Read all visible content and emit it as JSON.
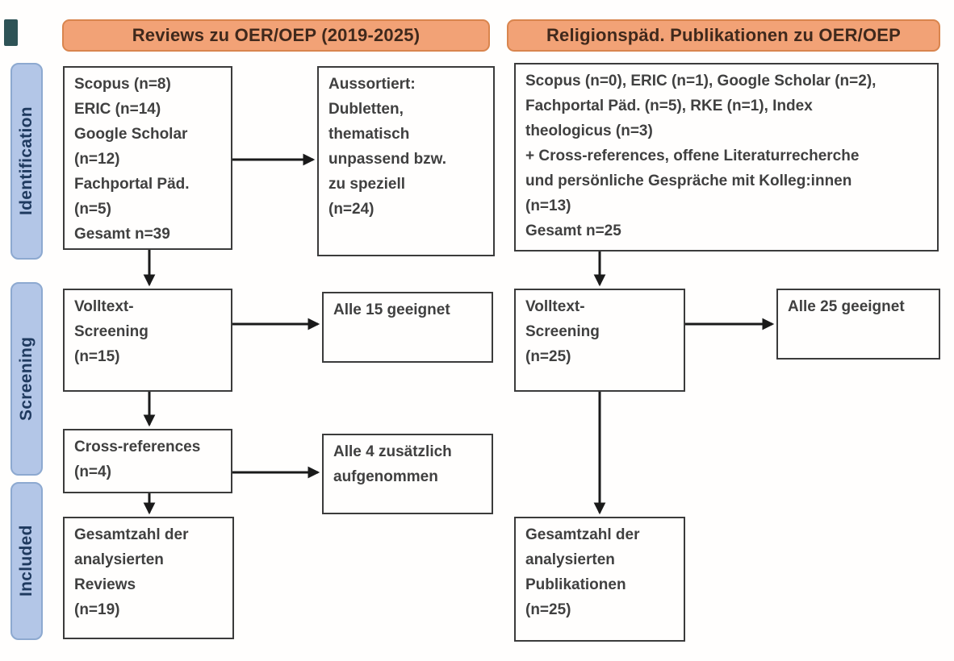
{
  "banners": {
    "left": "Reviews zu OER/OEP (2019-2025)",
    "right": "Religionspäd. Publikationen zu OER/OEP"
  },
  "stages": {
    "identification": "Identification",
    "screening": "Screening",
    "included": "Included"
  },
  "left_flow": {
    "sources": {
      "lines": [
        "Scopus (n=8)",
        "ERIC (n=14)",
        "Google Scholar",
        "(n=12)",
        "Fachportal Päd.",
        "(n=5)",
        "Gesamt n=39"
      ]
    },
    "excluded": {
      "lines": [
        "Aussortiert:",
        "Dubletten,",
        "thematisch",
        "unpassend bzw.",
        "zu speziell",
        "(n=24)"
      ]
    },
    "fulltext": {
      "lines": [
        "Volltext-",
        "Screening",
        "(n=15)"
      ]
    },
    "fulltext_result": {
      "lines": [
        "Alle 15 geeignet"
      ]
    },
    "crossref": {
      "lines": [
        "Cross-references",
        "(n=4)"
      ]
    },
    "crossref_result": {
      "lines": [
        "Alle 4 zusätzlich",
        "aufgenommen"
      ]
    },
    "included_total": {
      "lines": [
        "Gesamtzahl der",
        "analysierten",
        "Reviews",
        "(n=19)"
      ]
    }
  },
  "right_flow": {
    "sources": {
      "lines": [
        "Scopus (n=0), ERIC (n=1), Google Scholar (n=2),",
        "Fachportal Päd. (n=5), RKE (n=1), Index",
        "theologicus (n=3)",
        "+ Cross-references, offene Literaturrecherche",
        "und persönliche Gespräche mit Kolleg:innen",
        "(n=13)",
        "Gesamt n=25"
      ]
    },
    "fulltext": {
      "lines": [
        "Volltext-",
        "Screening",
        "(n=25)"
      ]
    },
    "fulltext_result": {
      "lines": [
        "Alle 25 geeignet"
      ]
    },
    "included_total": {
      "lines": [
        "Gesamtzahl der",
        "analysierten",
        "Publikationen",
        "(n=25)"
      ]
    }
  },
  "colors": {
    "banner_fill": "#f2a276",
    "banner_border": "#d9854e",
    "banner_text": "#40291c",
    "stage_fill": "#b3c6e7",
    "stage_border": "#8da9d0",
    "stage_text": "#1f3a5f",
    "box_border": "#3b3b3b",
    "box_text": "#404040",
    "arrow": "#1a1a1a",
    "corner_mark": "#2e5356"
  }
}
